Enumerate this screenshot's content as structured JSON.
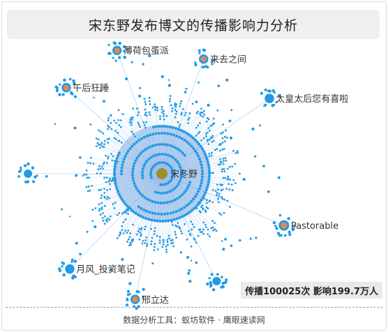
{
  "title": "宋东野发布博文的传播影响力分析",
  "center": {
    "label": "宋冬野",
    "color": "#9a8f2a"
  },
  "colors": {
    "dot": "#2299e6",
    "line": "#bcd6f0",
    "halo": "#6a9fe0",
    "accent": "#e8884a"
  },
  "nodes": [
    {
      "label": "薄荷包蛋派",
      "angle": 250,
      "dist": 0.99,
      "size": 9,
      "labeled": true,
      "accent": true
    },
    {
      "label": "来去之间",
      "angle": 290,
      "dist": 0.92,
      "size": 9,
      "labeled": true,
      "accent": true
    },
    {
      "label": "太皇太后您有喜啦",
      "angle": 325,
      "dist": 0.99,
      "size": 9,
      "labeled": true,
      "accent": false
    },
    {
      "label": "Pastorable",
      "angle": 23,
      "dist": 1.0,
      "size": 10,
      "labeled": true,
      "accent": true
    },
    {
      "label": "邢立达",
      "angle": 102,
      "dist": 0.97,
      "size": 9,
      "labeled": true,
      "accent": true
    },
    {
      "label": "月风_投资笔记",
      "angle": 134,
      "dist": 1.0,
      "size": 9,
      "labeled": true,
      "accent": false
    },
    {
      "label": "午后狂睡",
      "angle": 222,
      "dist": 0.97,
      "size": 9,
      "labeled": true,
      "accent": true
    },
    {
      "label": "",
      "angle": 180,
      "dist": 1.01,
      "size": 8,
      "labeled": false,
      "accent": false
    },
    {
      "label": "",
      "angle": 63,
      "dist": 0.91,
      "size": 8,
      "labeled": false,
      "accent": false
    }
  ],
  "stats": "传播100025次 影响199.7万人",
  "footer": "数据分析工具：蚁坊软件 · 鹰眼速读网"
}
